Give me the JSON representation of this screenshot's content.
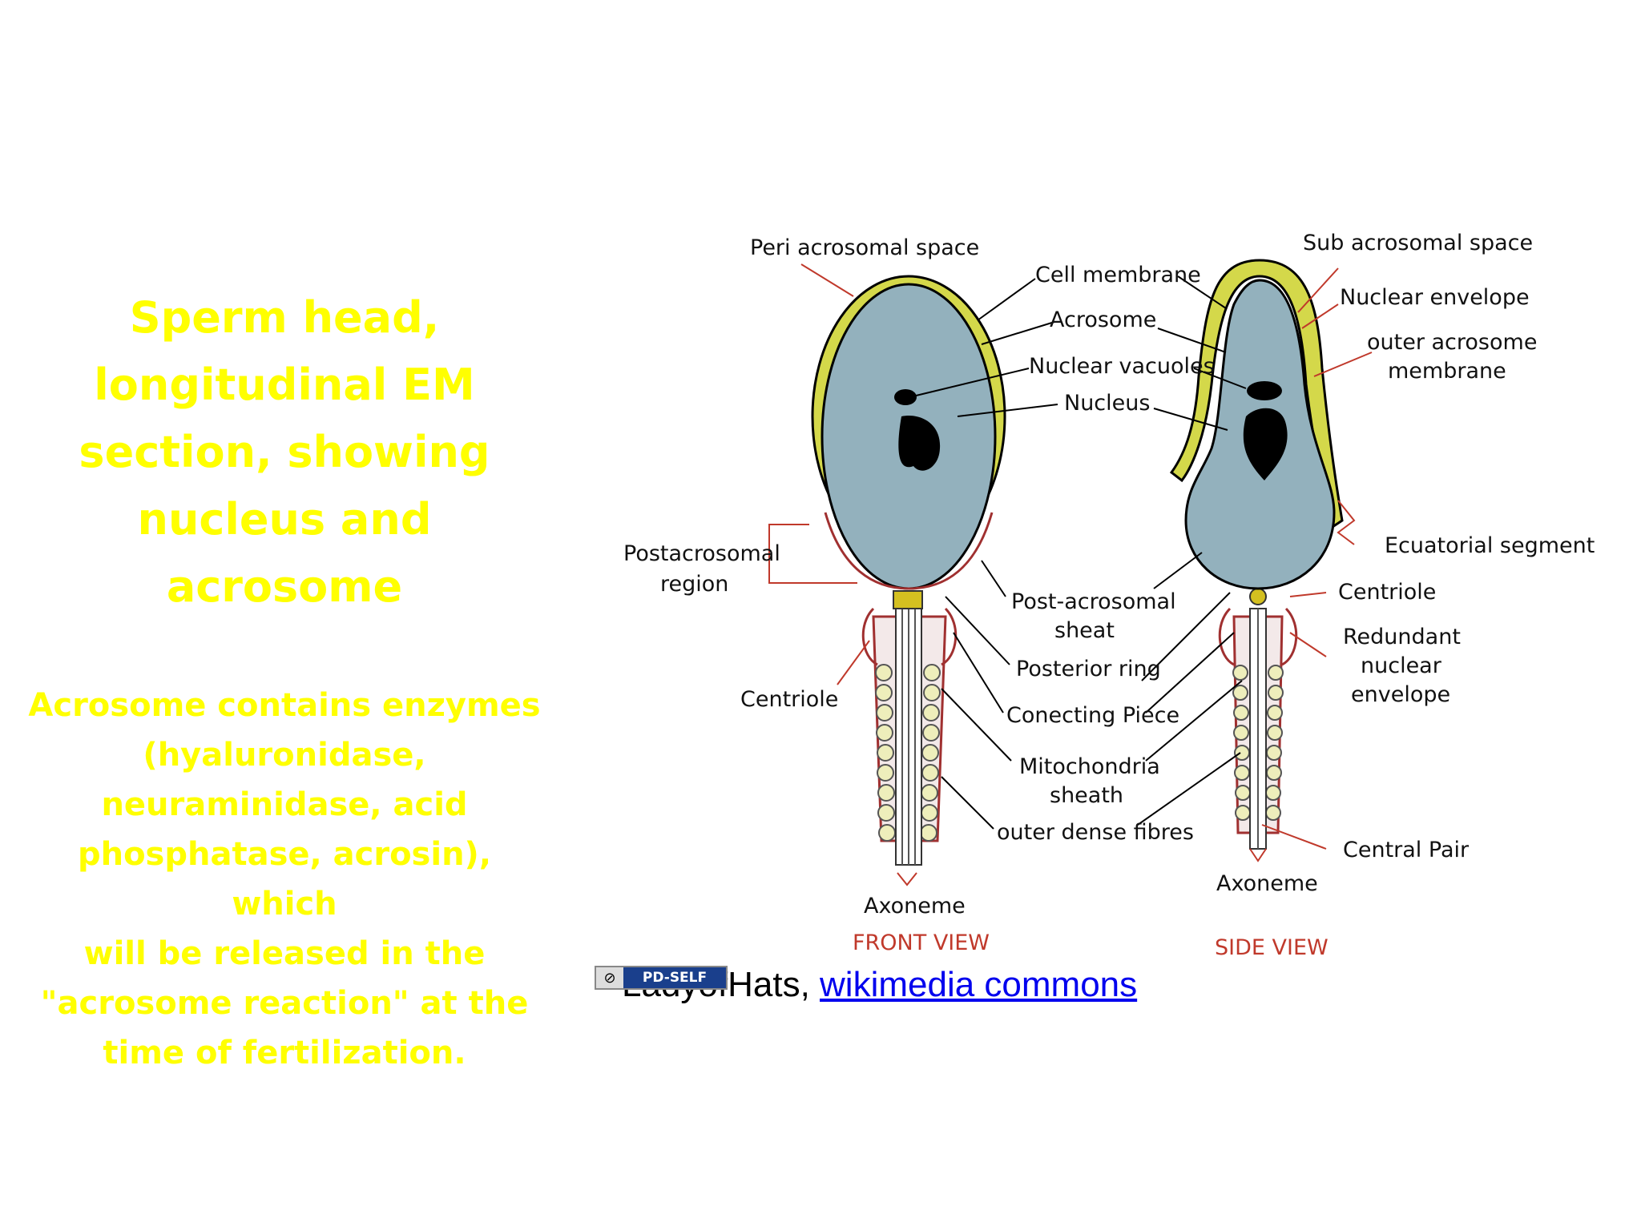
{
  "slide": {
    "title_lines": [
      "Sperm head,",
      "longitudinal EM",
      "section, showing",
      "nucleus and acrosome"
    ],
    "body_lines": [
      "Acrosome contains  enzymes",
      "(hyaluronidase,",
      "neuraminidase, acid",
      "phosphatase, acrosin), which",
      "will be released in the",
      "\"acrosome reaction\" at the",
      "time of fertilization."
    ]
  },
  "diagram": {
    "labels": {
      "peri_acrosomal_space": "Peri acrosomal space",
      "cell_membrane": "Cell membrane",
      "acrosome": "Acrosome",
      "nuclear_vacuoles": "Nuclear vacuoles",
      "nucleus": "Nucleus",
      "sub_acrosomal_space": "Sub acrosomal space",
      "nuclear_envelope": "Nuclear envelope",
      "outer_acrosome_membrane_1": "outer acrosome",
      "outer_acrosome_membrane_2": "membrane",
      "postacrosomal_region_1": "Postacrosomal",
      "postacrosomal_region_2": "region",
      "ecuatorial_segment": "Ecuatorial segment",
      "post_acrosomal_sheat_1": "Post-acrosomal",
      "post_acrosomal_sheat_2": "sheat",
      "centriole_right": "Centriole",
      "posterior_ring": "Posterior ring",
      "centriole_left": "Centriole",
      "redundant_1": "Redundant",
      "redundant_2": "nuclear",
      "redundant_3": "envelope",
      "conecting_piece": "Conecting Piece",
      "mitochondria_1": "Mitochondria",
      "mitochondria_2": "sheath",
      "outer_dense_fibres": "outer dense fibres",
      "central_pair": "Central Pair",
      "axoneme_left": "Axoneme",
      "axoneme_right": "Axoneme",
      "front_view": "FRONT VIEW",
      "side_view": "SIDE VIEW"
    },
    "colors": {
      "nucleus_fill": "#93b1bd",
      "acrosome_fill": "#d4d84a",
      "outline": "#000000",
      "red_line": "#c0392b",
      "mito_fill": "#eeeebb"
    }
  },
  "credit": {
    "author": "LadyofHats, ",
    "link_text": "wikimedia commons",
    "badge_cc": "⊘",
    "badge_label": "PD-SELF"
  }
}
